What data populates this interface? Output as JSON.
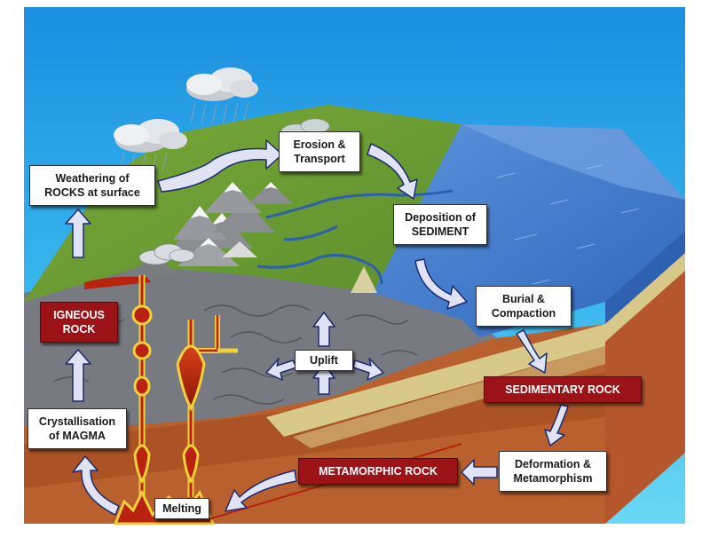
{
  "labels": {
    "weathering": "Weathering of\nROCKS at surface",
    "erosion": "Erosion &\nTransport",
    "deposition": "Deposition of\nSEDIMENT",
    "burial": "Burial &\nCompaction",
    "sedimentary": "SEDIMENTARY ROCK",
    "deformation": "Deformation &\nMetamorphism",
    "metamorphic": "METAMORPHIC ROCK",
    "melting": "Melting",
    "crystallisation": "Crystallisation\nof MAGMA",
    "igneous": "IGNEOUS\nROCK",
    "uplift": "Uplift"
  },
  "colors": {
    "sky": "#2aa8e8",
    "land": "#6a9a32",
    "ocean": "#3f78c8",
    "igneous_label": "#9b1217",
    "magma": "#b8220e",
    "arrow": "#dfe3f5"
  }
}
